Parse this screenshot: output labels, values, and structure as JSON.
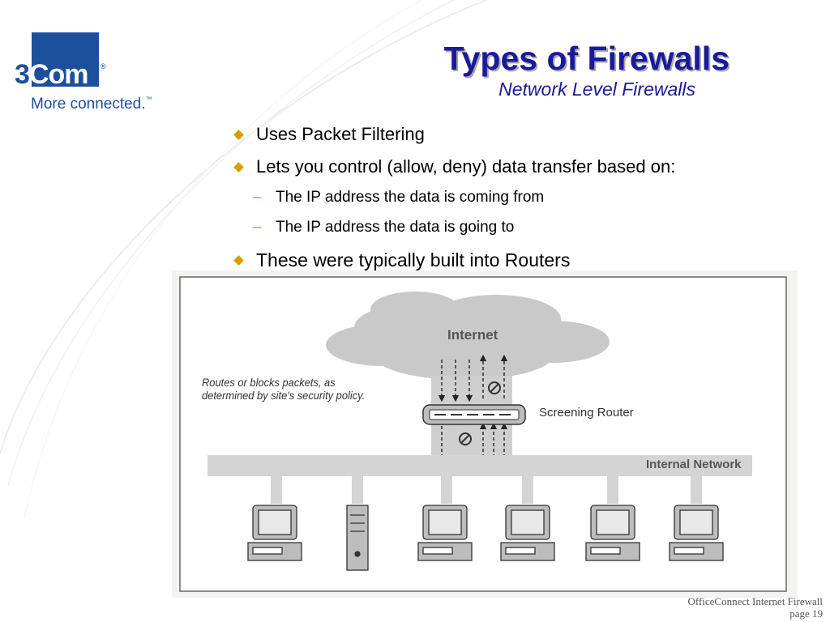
{
  "logo": {
    "brand_prefix": "3",
    "brand_name": "Com",
    "registered": "®",
    "tagline": "More connected.",
    "tagline_mark": "™"
  },
  "slide": {
    "title": "Types of Firewalls",
    "subtitle": "Network Level Firewalls",
    "bullets": [
      "Uses Packet Filtering",
      "Lets you control (allow, deny) data transfer based on:",
      "These were typically built into Routers"
    ],
    "sub_bullets": [
      "The IP address the data is coming from",
      "The IP address the data is going to"
    ],
    "sub_bullet_marker": "–"
  },
  "diagram": {
    "cloud_label": "Internet",
    "router_label": "Screening Router",
    "network_label": "Internal Network",
    "note": "Routes or blocks packets, as determined by site's security policy.",
    "colors": {
      "cloud": "#c9c9c9",
      "network_bar": "#d4d4d4",
      "device": "#bdbdbd",
      "frame": "#666666"
    },
    "hosts": [
      "workstation",
      "server-tower",
      "workstation",
      "workstation",
      "workstation",
      "workstation"
    ]
  },
  "footer": {
    "product": "OfficeConnect Internet Firewall",
    "page": "page 19"
  },
  "colors": {
    "title": "#1a1a9a",
    "bullet_marker": "#d6a000",
    "brand_blue": "#1c4f9c"
  }
}
